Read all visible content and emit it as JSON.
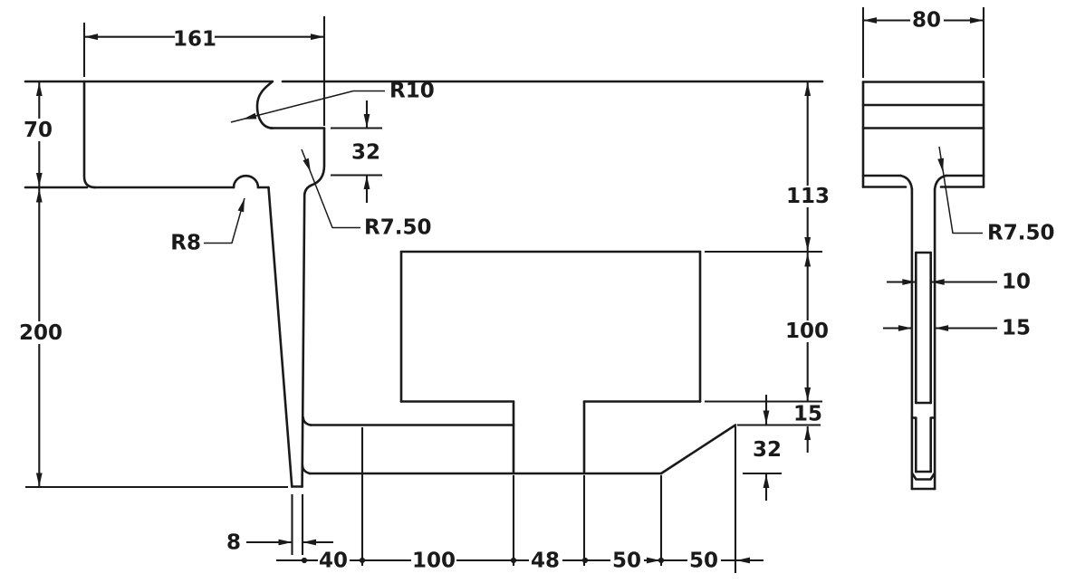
{
  "drawing": {
    "front_view": {
      "top_width": "161",
      "flange_height": "70",
      "overall_height": "200",
      "notch_radius": "R10",
      "notch_depth": "32",
      "bump_radius": "R8",
      "web_fillet_radius": "R7.50",
      "upper_right_height": "113",
      "cavity_height": "100",
      "ledge_thickness": "15",
      "base_height": "32",
      "web_tip_thickness": "8",
      "bottom_chain": [
        "40",
        "100",
        "48",
        "50",
        "50"
      ]
    },
    "side_view": {
      "width": "80",
      "fillet_radius": "R7.50",
      "slot_width": "10",
      "web_width": "15"
    }
  }
}
